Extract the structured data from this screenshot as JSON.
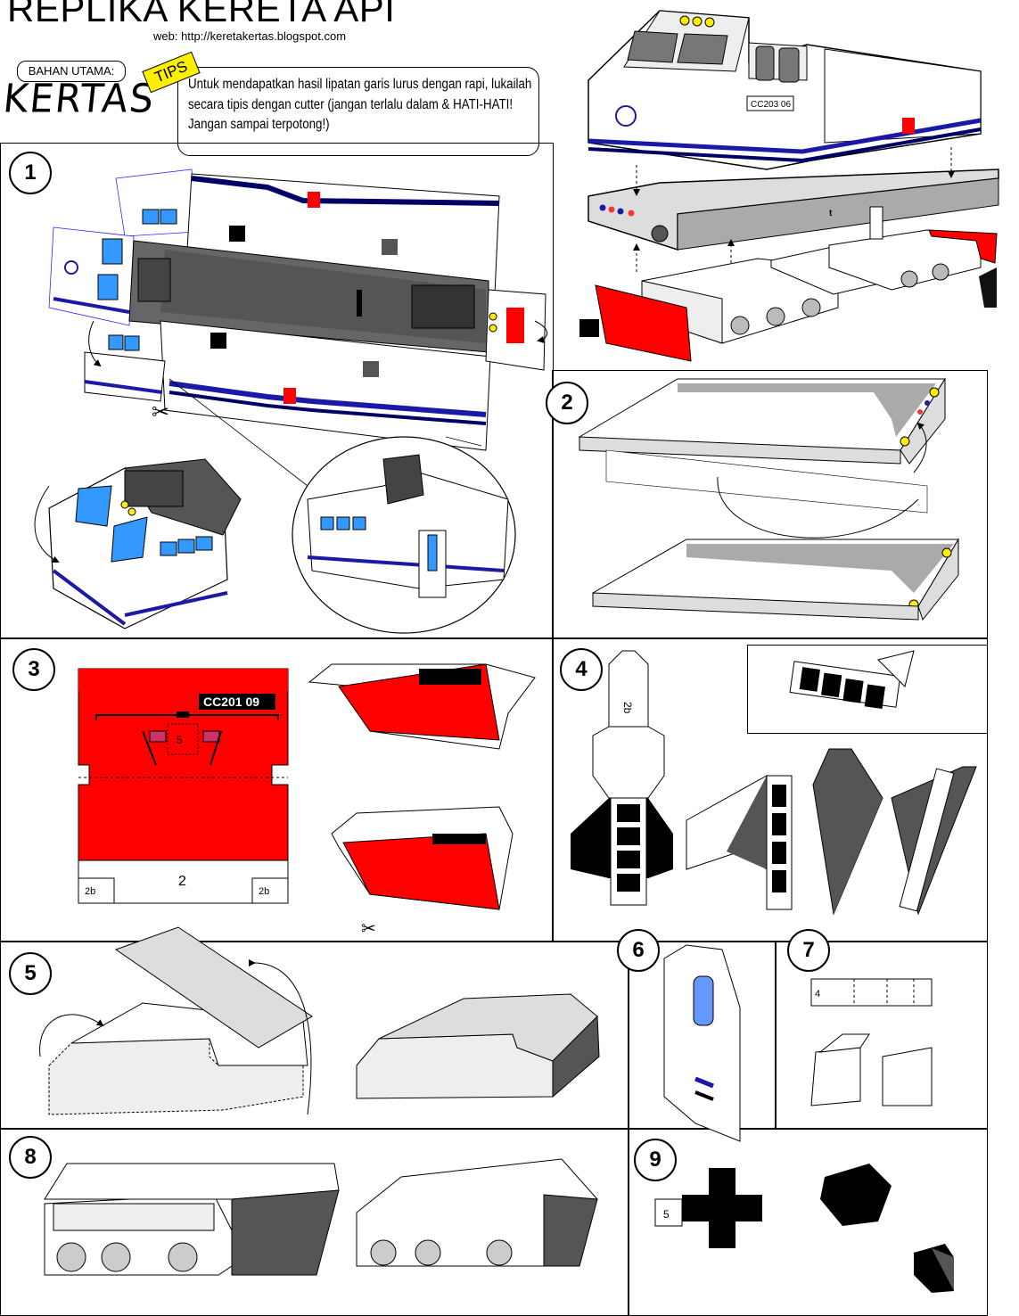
{
  "header": {
    "title": "REPLIKA KERETA API",
    "web": "web: http://keretakertas.blogspot.com",
    "bahan_label": "BAHAN UTAMA:",
    "bahan_value": "KERTAS",
    "tips_tag": "TIPS",
    "tips_text": "Untuk mendapatkan hasil lipatan garis lurus dengan rapi, lukailah secara tipis dengan cutter (jangan terlalu dalam & HATI-HATI! Jangan sampai terpotong!)"
  },
  "steps": {
    "s1": "1",
    "s2": "2",
    "s3": "3",
    "s4": "4",
    "s5": "5",
    "s6": "6",
    "s7": "7",
    "s8": "8",
    "s9": "9"
  },
  "labels": {
    "loco_number_top": "CC203 06",
    "plate_number": "CC201 09",
    "part_5": "5",
    "part_2": "2",
    "part_2b": "2b",
    "part_4": "4",
    "mark_t": "t"
  },
  "colors": {
    "accent_red": "#ff0000",
    "stripe_blue": "#1a1aa6",
    "stripe_navy": "#000066",
    "window_blue": "#3399ff",
    "light_yellow": "#ffee00",
    "panel_grey": "#d9d9d9",
    "dark_grey": "#595959"
  }
}
